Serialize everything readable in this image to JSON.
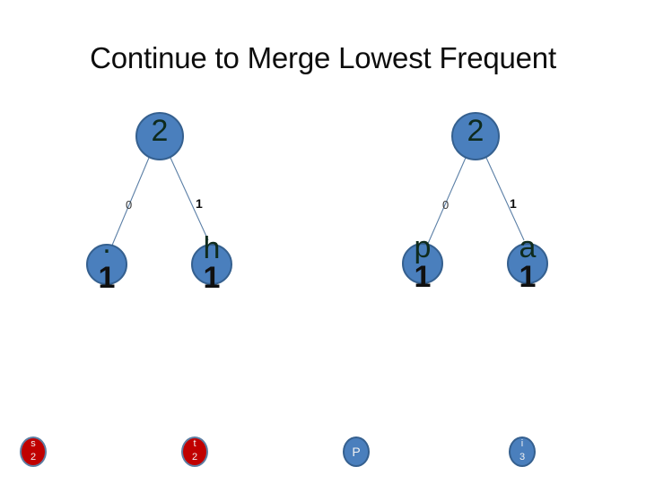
{
  "slide": {
    "title": "Continue to Merge Lowest Frequent",
    "background_color": "#ffffff"
  },
  "colors": {
    "node_blue_fill": "#4a7fbd",
    "node_blue_border": "#35608f",
    "node_red_fill": "#c00000",
    "node_red_border": "#5d7ea3",
    "edge_stroke": "#5b7fa6",
    "title_text": "#0d0d0d",
    "node_text_dark": "#0f2b1d",
    "node_text_light": "#f2f2f2"
  },
  "trees": [
    {
      "name": "left-tree",
      "root": {
        "value": "2"
      },
      "edges": [
        {
          "label": "0",
          "branch": "left"
        },
        {
          "label": "1",
          "branch": "right"
        }
      ],
      "leaves": [
        {
          "symbol": ".",
          "frequency": "1"
        },
        {
          "symbol": "h",
          "frequency": "1"
        }
      ]
    },
    {
      "name": "right-tree",
      "root": {
        "value": "2"
      },
      "edges": [
        {
          "label": "0",
          "branch": "left"
        },
        {
          "label": "1",
          "branch": "right"
        }
      ],
      "leaves": [
        {
          "symbol": "p",
          "frequency": "1"
        },
        {
          "symbol": "a",
          "frequency": "1"
        }
      ]
    }
  ],
  "bottom_nodes": [
    {
      "symbol": "s",
      "frequency": "2",
      "color": "red"
    },
    {
      "symbol": "t",
      "frequency": "2",
      "color": "red"
    },
    {
      "symbol": "P",
      "frequency": "",
      "color": "blue"
    },
    {
      "symbol": "i",
      "frequency": "3",
      "color": "blue"
    }
  ]
}
